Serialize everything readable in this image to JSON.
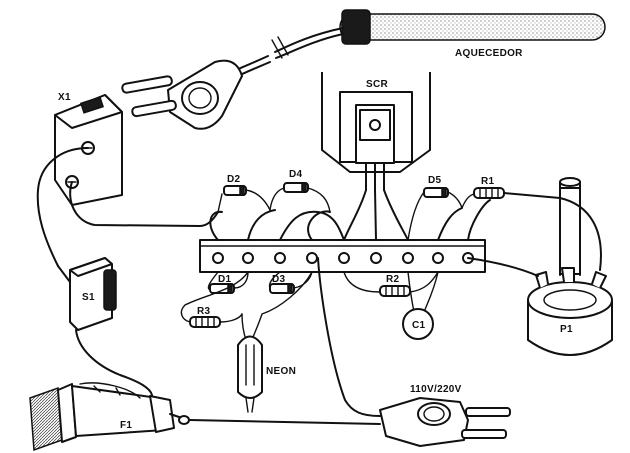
{
  "labels": {
    "heater": "AQUECEDOR",
    "scr": "SCR",
    "x1": "X1",
    "s1": "S1",
    "f1": "F1",
    "d1": "D1",
    "d2": "D2",
    "d3": "D3",
    "d4": "D4",
    "d5": "D5",
    "r1": "R1",
    "r2": "R2",
    "r3": "R3",
    "c1": "C1",
    "p1": "P1",
    "neon": "NEON",
    "mains": "110V/220V"
  }
}
